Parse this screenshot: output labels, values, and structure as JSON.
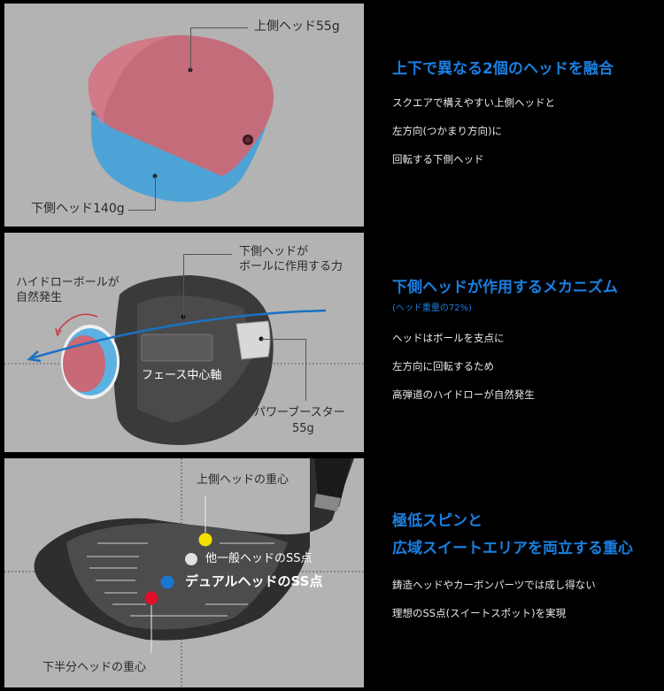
{
  "sections": [
    {
      "panel": {
        "labels": {
          "upper_head": "上側ヘッド55g",
          "lower_head": "下側ヘッド140g"
        },
        "colors": {
          "upper_head": "#c56c7a",
          "lower_head": "#4ea3d6",
          "background": "#b3b3b3"
        }
      },
      "title": "上下で異なる2個のヘッドを融合",
      "body": [
        "スクエアで構えやすい上側ヘッドと",
        "左方向(つかまり方向)に",
        "回転する下側ヘッド"
      ]
    },
    {
      "panel": {
        "labels": {
          "force_line1": "下側ヘッドが",
          "force_line2": "ボールに作用する力",
          "draw_line1": "ハイドローボールが",
          "draw_line2": "自然発生",
          "face_axis": "フェース中心軸",
          "booster_line1": "パワーブースター",
          "booster_line2": "55g"
        },
        "colors": {
          "arrow": "#1a72c4",
          "ball_inner": "#c96877",
          "ball_outer": "#5ab1e2"
        }
      },
      "title": "下側ヘッドが作用するメカニズム",
      "subtitle": "(ヘッド重量の72%)",
      "body": [
        "ヘッドはボールを支点に",
        "左方向に回転するため",
        "高弾道のハイドローが自然発生"
      ]
    },
    {
      "panel": {
        "labels": {
          "upper_cg": "上側ヘッドの重心",
          "general_ss": "他一般ヘッドのSS点",
          "dual_ss": "デュアルヘッドのSS点",
          "lower_cg": "下半分ヘッドの重心"
        },
        "colors": {
          "upper_cg": "#f2e000",
          "general_ss": "#e0e0e0",
          "dual_ss": "#1877d2",
          "lower_cg": "#e0102a"
        }
      },
      "title_line1": "極低スピンと",
      "title_line2": "広域スイートエリアを両立する重心",
      "body": [
        "鋳造ヘッドやカーボンパーツでは成し得ない",
        "理想のSS点(スイートスポット)を実現"
      ]
    }
  ]
}
